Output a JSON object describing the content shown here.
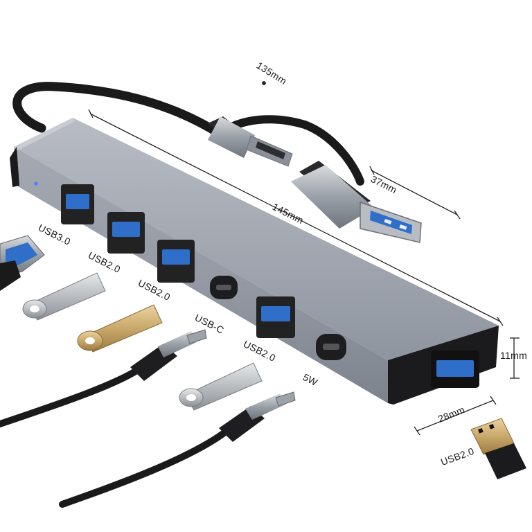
{
  "dimensions": {
    "cable_length": "135mm",
    "hub_length": "145mm",
    "plug_length": "37mm",
    "hub_height": "11mm",
    "hub_width": "28mm"
  },
  "port_labels": [
    "USB3.0",
    "USB2.0",
    "USB2.0",
    "USB-C",
    "USB2.0",
    "5W",
    "USB2.0"
  ],
  "colors": {
    "hub_body": "#8d939e",
    "hub_top": "#a3a8b2",
    "end_cap": "#1b1b1d",
    "usb_port_blue": "#2f6fc9",
    "cable": "#1a1a1a",
    "gold_drive": "#c9a86a",
    "silver_drive": "#b9bcc0",
    "led": "#3a86ff"
  }
}
